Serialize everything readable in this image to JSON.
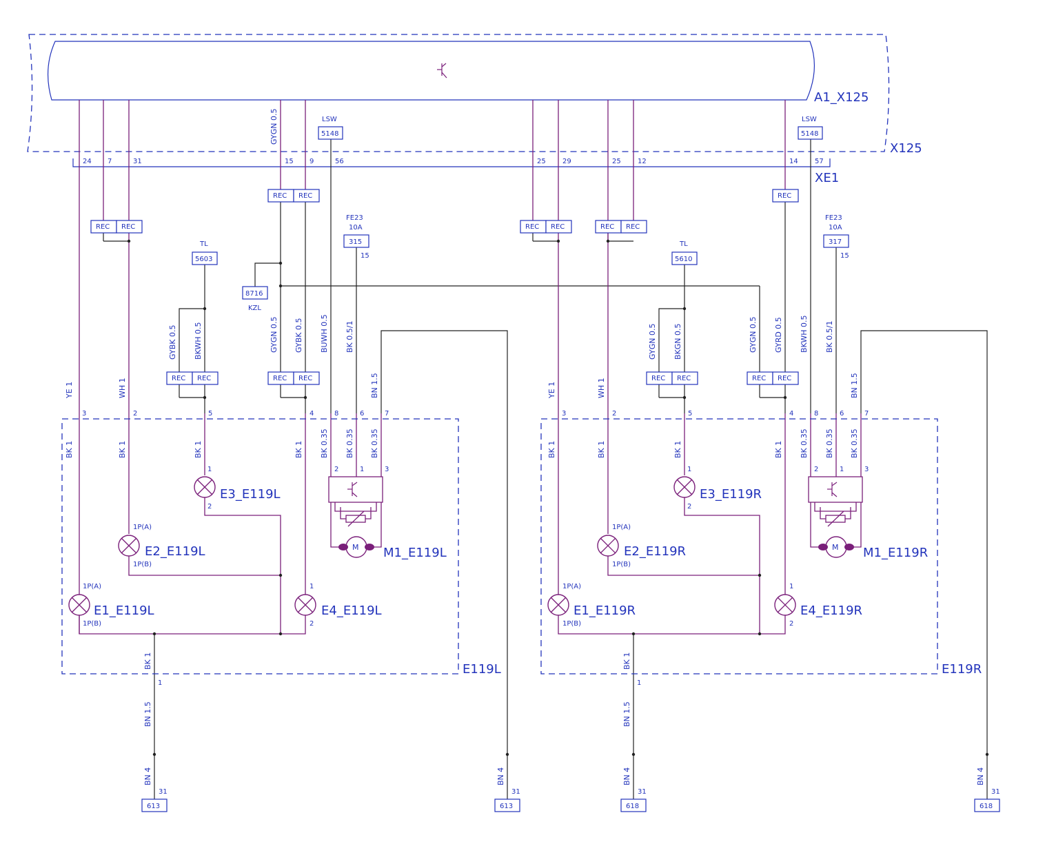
{
  "modules": {
    "main_component": "A1_X125",
    "main_frame": "X125",
    "connector": "XE1",
    "left_assembly": "E119L",
    "right_assembly": "E119R"
  },
  "connector_pins": {
    "left": [
      "24",
      "7",
      "31",
      "15",
      "9",
      "56",
      "25",
      "29"
    ],
    "right": [
      "25",
      "12",
      "14",
      "57"
    ]
  },
  "rec_label": "REC",
  "lsw": {
    "label": "LSW",
    "box": "5148"
  },
  "fuses_left": {
    "name": "FE23",
    "rating": "10A",
    "box": "315",
    "pin": "15"
  },
  "fuses_right": {
    "name": "FE23",
    "rating": "10A",
    "box": "317",
    "pin": "15"
  },
  "tl_left": {
    "label": "TL",
    "box": "5603"
  },
  "tl_right": {
    "label": "TL",
    "box": "5610"
  },
  "kzl": {
    "box": "8716",
    "label": "KZL"
  },
  "wires_left": [
    "YE 1",
    "WH 1",
    "GYBK 0.5",
    "BKWH 0.5",
    "GYGN 0.5",
    "GYBK 0.5",
    "BUWH 0.5",
    "BK 0.5/1",
    "BN 1.5"
  ],
  "wires_right": [
    "YE 1",
    "WH 1",
    "GYGN 0.5",
    "BKGN 0.5",
    "GYGN 0.5",
    "GYRD 0.5",
    "BKWH 0.5",
    "BK 0.5/1",
    "BN 1.5"
  ],
  "top_wire_label": "GYGN 0.5",
  "inner_wires": [
    "BK 1",
    "BK 1",
    "BK 1",
    "BK 1",
    "BK 0.35",
    "BK 0.35",
    "BK 0.35"
  ],
  "assembly_pins": [
    "3",
    "2",
    "5",
    "4",
    "8",
    "6",
    "7"
  ],
  "lamp_pins": {
    "a": "1P(A)",
    "b": "1P(B)",
    "one": "1",
    "two": "2",
    "three": "3"
  },
  "lamps_left": [
    "E1_E119L",
    "E2_E119L",
    "E3_E119L",
    "E4_E119L"
  ],
  "lamps_right": [
    "E1_E119R",
    "E2_E119R",
    "E3_E119R",
    "E4_E119R"
  ],
  "motor_left": "M1_E119L",
  "motor_right": "M1_E119R",
  "motor_symbol": "M",
  "ground": {
    "bk1": "BK 1",
    "pin1": "1",
    "bn15": "BN 1.5",
    "bn4": "BN 4",
    "pin31": "31",
    "box_left": "613",
    "box_right": "618"
  }
}
